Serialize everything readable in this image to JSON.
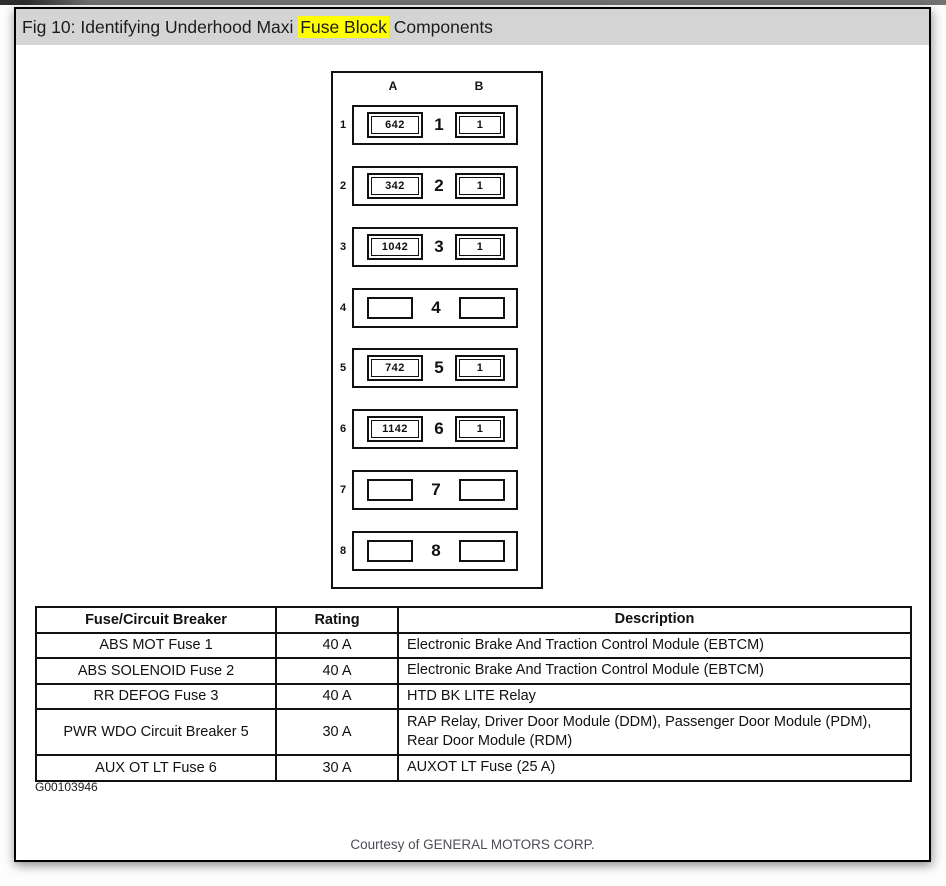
{
  "colors": {
    "highlight": "#ffff00",
    "title_bar": "#d4d4d4",
    "ink": "#111111"
  },
  "header": {
    "title_prefix": "Fig 10: Identifying Underhood Maxi ",
    "title_highlight": "Fuse Block",
    "title_suffix": " Components"
  },
  "diagram": {
    "column_headers": [
      "A",
      "B"
    ],
    "rows": [
      {
        "index": "1",
        "a_value": "642",
        "b_value": "1"
      },
      {
        "index": "2",
        "a_value": "342",
        "b_value": "1"
      },
      {
        "index": "3",
        "a_value": "1042",
        "b_value": "1"
      },
      {
        "index": "4",
        "a_value": "",
        "b_value": ""
      },
      {
        "index": "5",
        "a_value": "742",
        "b_value": "1"
      },
      {
        "index": "6",
        "a_value": "1142",
        "b_value": "1"
      },
      {
        "index": "7",
        "a_value": "",
        "b_value": ""
      },
      {
        "index": "8",
        "a_value": "",
        "b_value": ""
      }
    ]
  },
  "table": {
    "headers": [
      "Fuse/Circuit Breaker",
      "Rating",
      "Description"
    ],
    "rows": [
      [
        "ABS MOT Fuse 1",
        "40 A",
        "Electronic Brake And Traction Control Module (EBTCM)"
      ],
      [
        "ABS SOLENOID Fuse 2",
        "40 A",
        "Electronic Brake And Traction Control Module (EBTCM)"
      ],
      [
        "RR DEFOG Fuse 3",
        "40 A",
        "HTD BK LITE Relay"
      ],
      [
        "PWR WDO Circuit Breaker 5",
        "30 A",
        "RAP Relay, Driver Door Module (DDM), Passenger Door Module (PDM), Rear Door Module (RDM)"
      ],
      [
        "AUX OT LT Fuse 6",
        "30 A",
        "AUXOT LT Fuse (25 A)"
      ]
    ]
  },
  "footer": {
    "figure_id": "G00103946",
    "courtesy": "Courtesy of GENERAL MOTORS CORP."
  }
}
